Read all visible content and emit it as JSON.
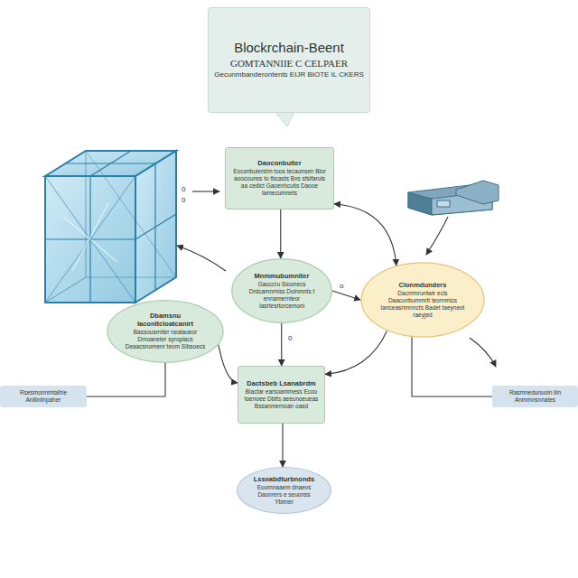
{
  "diagram": {
    "nodes": [
      {
        "text": [
          "Blockrchain-Beent",
          "GOMTANNIIE C CELPAER",
          "Gecunmbanderontents EIJR BIOTE IL CKERS"
        ]
      },
      {
        "text": [
          "Daoconbuiter",
          "Eoconbuierstm toos tecaonsen Bior aoocounss to tbcasts Bxs sfsifaruis aa cedict Gaoenhcutis Daooe tamecumnets"
        ]
      },
      {
        "text": [
          "Mnmmubumniter",
          "Gaoccru Sioonecs Drdcamnmiss Doinmnts t ennamernteor Iasrtesrtorcemoni"
        ]
      },
      {
        "text": [
          "Clonmdunders",
          "Dacmmruntwir ecls Daacunbummrtt teornmics Ianceasrimnncts Badet taeyneot raeyjed"
        ]
      },
      {
        "text": [
          "Dbamsnu Iaconltcloatcanirt",
          "Bassousrniter nealaueor Dmoaneter syroplacs Deaacsnomenr teom Sibsoecs"
        ]
      },
      {
        "text": [
          "Dactsbeb Lsanabrdm",
          "Biactar earsoammess Ecoo toenoee Dbtts aeeunoeueas Bssanmemoan oasd"
        ]
      },
      {
        "text": [
          "Lsseabdturbnonds",
          "Eoomnaaem dnaevs Daonrers e seuonss Ybimer"
        ]
      },
      {
        "text": [
          "Rsesmonnmtalhie Anllinilnpaher"
        ]
      },
      {
        "text": [
          "Rasmnedunuoln llin Anmmnsnnates"
        ]
      }
    ],
    "edges": [
      {
        "from": 1,
        "to": 2,
        "arrow": "to"
      },
      {
        "from": 1,
        "to": 3,
        "arrow": "both"
      },
      {
        "from": 2,
        "to": 5,
        "arrow": "to"
      },
      {
        "from": 2,
        "to": 3,
        "arrow": "to"
      },
      {
        "from": 3,
        "to": 5,
        "arrow": "to"
      },
      {
        "from": 3,
        "to": 8,
        "arrow": "none"
      },
      {
        "from": 4,
        "to": 5,
        "arrow": "to"
      },
      {
        "from": 7,
        "to": 4,
        "arrow": "none"
      },
      {
        "from": 5,
        "to": 6,
        "arrow": "to"
      }
    ],
    "labels": [
      "0",
      "0",
      "o",
      "0"
    ]
  }
}
